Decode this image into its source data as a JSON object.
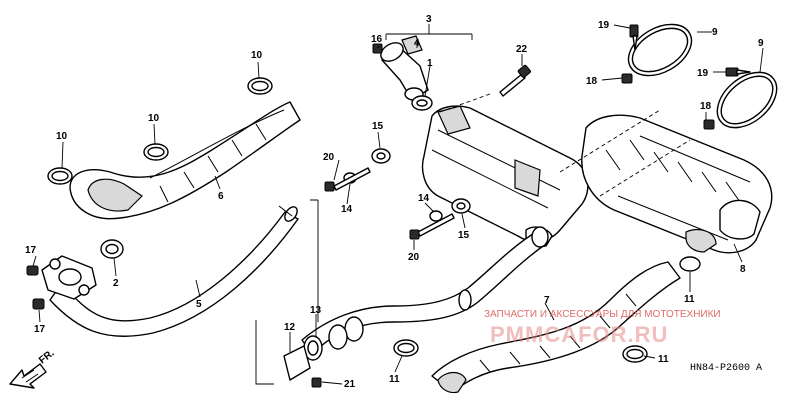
{
  "callouts": [
    {
      "id": "c3",
      "text": "3"
    },
    {
      "id": "c4",
      "text": "4"
    },
    {
      "id": "c16",
      "text": "16"
    },
    {
      "id": "c1",
      "text": "1"
    },
    {
      "id": "c22",
      "text": "22"
    },
    {
      "id": "c19a",
      "text": "19"
    },
    {
      "id": "c9a",
      "text": "9"
    },
    {
      "id": "c18a",
      "text": "18"
    },
    {
      "id": "c19b",
      "text": "19"
    },
    {
      "id": "c9b",
      "text": "9"
    },
    {
      "id": "c18b",
      "text": "18"
    },
    {
      "id": "c10a",
      "text": "10"
    },
    {
      "id": "c10b",
      "text": "10"
    },
    {
      "id": "c10c",
      "text": "10"
    },
    {
      "id": "c6",
      "text": "6"
    },
    {
      "id": "c15a",
      "text": "15"
    },
    {
      "id": "c20a",
      "text": "20"
    },
    {
      "id": "c14a",
      "text": "14"
    },
    {
      "id": "c14b",
      "text": "14"
    },
    {
      "id": "c20b",
      "text": "20"
    },
    {
      "id": "c15b",
      "text": "15"
    },
    {
      "id": "c8",
      "text": "8"
    },
    {
      "id": "c17a",
      "text": "17"
    },
    {
      "id": "c2",
      "text": "2"
    },
    {
      "id": "c5",
      "text": "5"
    },
    {
      "id": "c17b",
      "text": "17"
    },
    {
      "id": "c11a",
      "text": "11"
    },
    {
      "id": "c7",
      "text": "7"
    },
    {
      "id": "c12",
      "text": "12"
    },
    {
      "id": "c13",
      "text": "13"
    },
    {
      "id": "c11b",
      "text": "11"
    },
    {
      "id": "c11c",
      "text": "11"
    },
    {
      "id": "c21",
      "text": "21"
    }
  ],
  "watermark": {
    "line1": "ЗАПЧАСТИ И АКСЕССУАРЫ ДЛЯ МОТОТЕХНИКИ",
    "line2": "PMMCAFOR.RU"
  },
  "diagram_code": "HN84-P2600 A",
  "front_label": "FR."
}
